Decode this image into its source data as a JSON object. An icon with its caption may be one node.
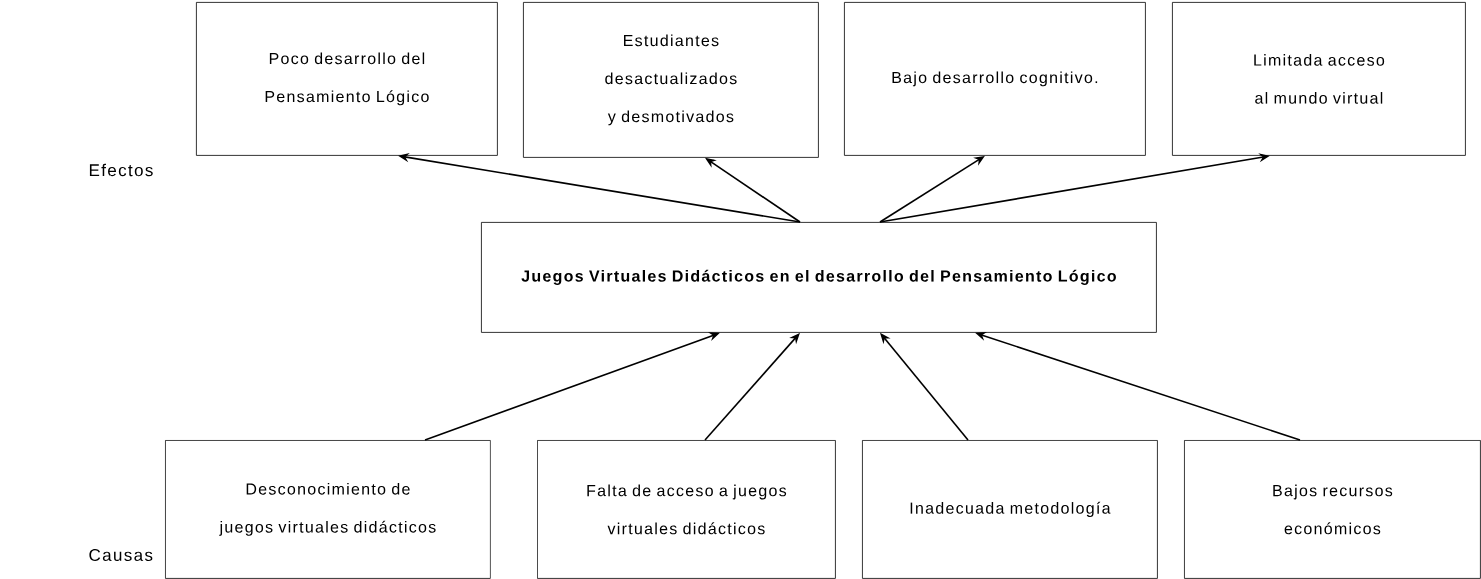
{
  "diagram": {
    "nodes": [
      {
        "text": [
          "Poco desarrollo del Pensamiento Lógico"
        ]
      },
      {
        "text": [
          "Estudiantes desactualizados y desmotivados"
        ]
      },
      {
        "text": [
          "Bajo desarrollo cognitivo."
        ]
      },
      {
        "text": [
          "Limitada acceso al mundo virtual"
        ]
      },
      {
        "text": [
          "Juegos Virtuales Didácticos en el desarrollo del Pensamiento Lógico"
        ]
      },
      {
        "text": [
          "Desconocimiento de juegos virtuales didácticos"
        ]
      },
      {
        "text": [
          "Falta de acceso a juegos virtuales didácticos"
        ]
      },
      {
        "text": [
          "Inadecuada metodología"
        ]
      },
      {
        "text": [
          "Bajos recursos económicos"
        ]
      }
    ],
    "edges": [
      {
        "from": 4,
        "to": 0,
        "arrow": "to"
      },
      {
        "from": 4,
        "to": 1,
        "arrow": "to"
      },
      {
        "from": 4,
        "to": 2,
        "arrow": "to"
      },
      {
        "from": 4,
        "to": 3,
        "arrow": "to"
      },
      {
        "from": 5,
        "to": 4,
        "arrow": "to"
      },
      {
        "from": 6,
        "to": 4,
        "arrow": "to"
      },
      {
        "from": 7,
        "to": 4,
        "arrow": "to"
      },
      {
        "from": 8,
        "to": 4,
        "arrow": "to"
      }
    ],
    "labels": [
      "Efectos",
      "Causas"
    ]
  }
}
